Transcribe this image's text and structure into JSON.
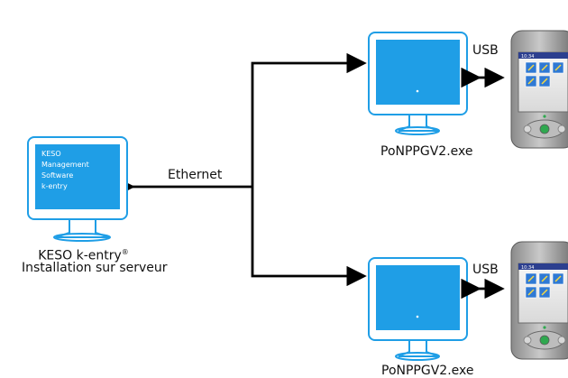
{
  "colors": {
    "screen_blue": "#1f9ee6",
    "monitor_outline": "#1f9ee6",
    "line_black": "#000000",
    "device_gray": "#7f7f7f"
  },
  "server": {
    "screen_lines": [
      "KESO",
      "Management",
      "Software",
      "k-entry"
    ],
    "label_line1": "KESO k-entry",
    "label_reg": "®",
    "label_line2": "Installation sur serveur"
  },
  "connection": {
    "label": "Ethernet"
  },
  "clients": [
    {
      "exe": "PoNPPGV2.exe",
      "usb": "USB",
      "device_time": "10:34"
    },
    {
      "exe": "PoNPPGV2.exe",
      "usb": "USB",
      "device_time": "10:34"
    }
  ]
}
